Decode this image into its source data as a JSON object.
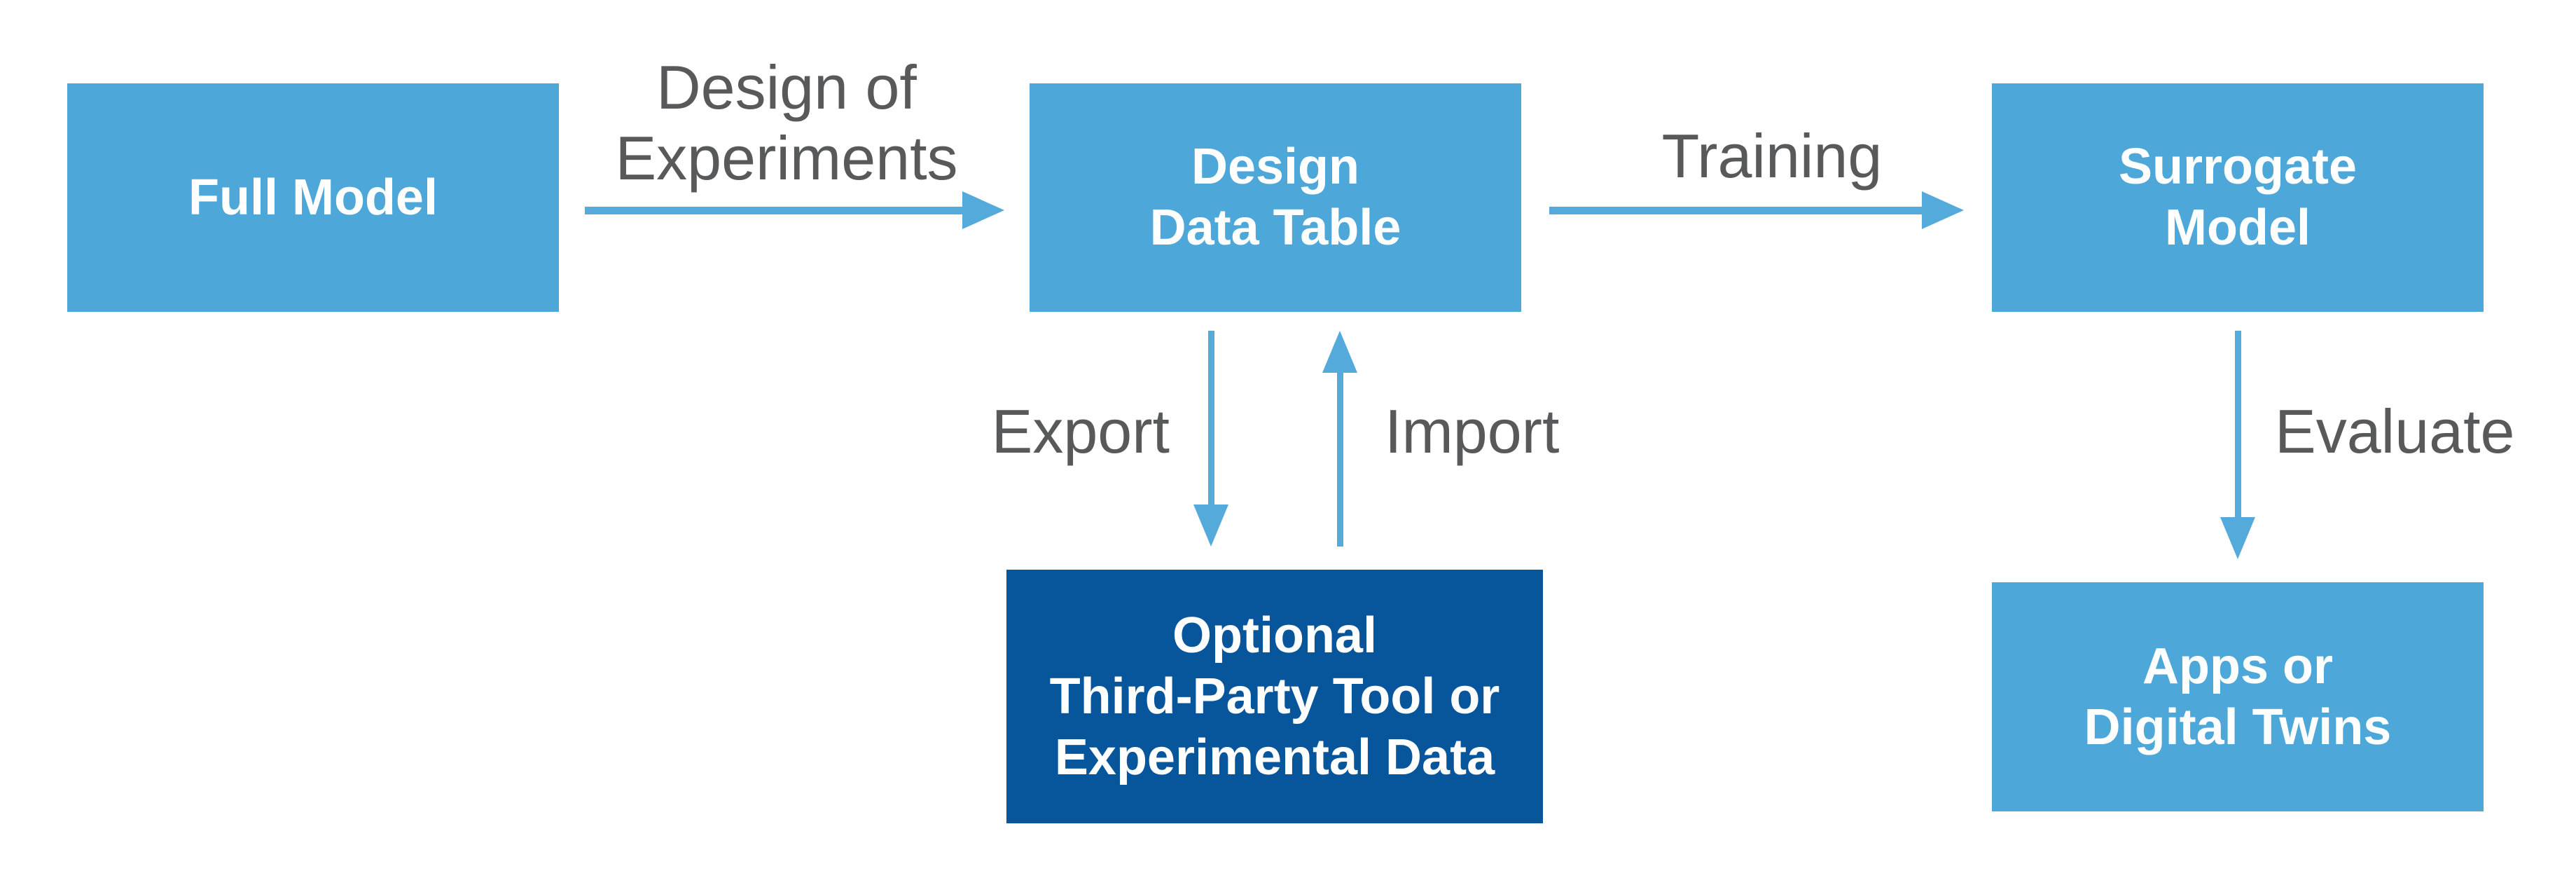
{
  "diagram": {
    "title": "Surrogate model workflow diagram",
    "colors": {
      "background": "#FFFFFF",
      "node_fill": "#4EA7D9",
      "dark_node_fill": "#07559A",
      "node_text": "#FFFFFF",
      "arrow": "#55AADC",
      "label_text": "#58595B"
    },
    "nodes": {
      "full_model": {
        "lines": [
          "Full Model"
        ]
      },
      "design_data_table": {
        "lines": [
          "Design",
          "Data Table"
        ]
      },
      "surrogate_model": {
        "lines": [
          "Surrogate",
          "Model"
        ]
      },
      "third_party_tool": {
        "lines": [
          "Optional",
          "Third-Party Tool or",
          "Experimental Data"
        ]
      },
      "apps_digital_twins": {
        "lines": [
          "Apps or",
          "Digital Twins"
        ]
      }
    },
    "edge_labels": {
      "design_of_experiments": {
        "lines": [
          "Design of",
          "Experiments"
        ]
      },
      "training": "Training",
      "export": "Export",
      "import": "Import",
      "evaluate": "Evaluate"
    }
  }
}
